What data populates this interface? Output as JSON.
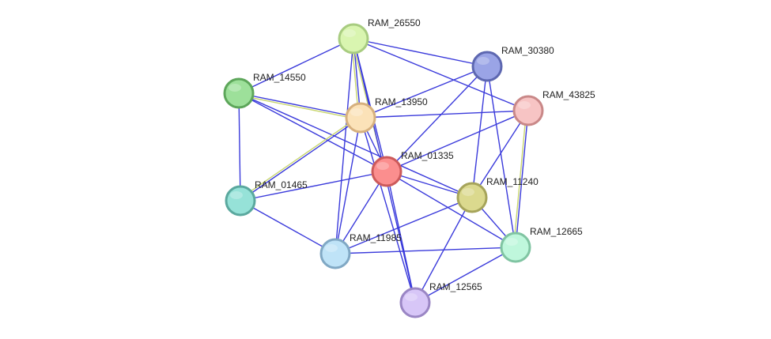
{
  "colors": {
    "edge_primary": "#3a3adb",
    "edge_secondary": "#c8d66e"
  },
  "nodes": [
    {
      "id": "RAM_26550",
      "label": "RAM_26550",
      "fill": "#d9f5b0",
      "stroke": "#a8cc80"
    },
    {
      "id": "RAM_30380",
      "label": "RAM_30380",
      "fill": "#9aa4e6",
      "stroke": "#5d67b0"
    },
    {
      "id": "RAM_14550",
      "label": "RAM_14550",
      "fill": "#9de09a",
      "stroke": "#5da65a"
    },
    {
      "id": "RAM_13950",
      "label": "RAM_13950",
      "fill": "#fbe2b8",
      "stroke": "#d6b07e"
    },
    {
      "id": "RAM_43825",
      "label": "RAM_43825",
      "fill": "#f7c4c4",
      "stroke": "#c98888"
    },
    {
      "id": "RAM_01335",
      "label": "RAM_01335",
      "fill": "#fb8e8e",
      "stroke": "#cc5a5a"
    },
    {
      "id": "RAM_01465",
      "label": "RAM_01465",
      "fill": "#96e2d8",
      "stroke": "#5aa89e"
    },
    {
      "id": "RAM_11240",
      "label": "RAM_11240",
      "fill": "#dbd98e",
      "stroke": "#a6a45a"
    },
    {
      "id": "RAM_12665",
      "label": "RAM_12665",
      "fill": "#bff7dc",
      "stroke": "#80c4a2"
    },
    {
      "id": "RAM_11985",
      "label": "RAM_11985",
      "fill": "#bfe3f7",
      "stroke": "#80a8c4"
    },
    {
      "id": "RAM_12565",
      "label": "RAM_12565",
      "fill": "#d7c6f7",
      "stroke": "#9a86c4"
    }
  ],
  "edges": [
    {
      "source": "RAM_26550",
      "target": "RAM_14550",
      "type": "primary"
    },
    {
      "source": "RAM_26550",
      "target": "RAM_30380",
      "type": "primary"
    },
    {
      "source": "RAM_26550",
      "target": "RAM_43825",
      "type": "primary"
    },
    {
      "source": "RAM_26550",
      "target": "RAM_13950",
      "type": "primary"
    },
    {
      "source": "RAM_26550",
      "target": "RAM_13950",
      "type": "secondary"
    },
    {
      "source": "RAM_26550",
      "target": "RAM_01335",
      "type": "primary"
    },
    {
      "source": "RAM_26550",
      "target": "RAM_01335",
      "type": "secondary"
    },
    {
      "source": "RAM_26550",
      "target": "RAM_11985",
      "type": "primary"
    },
    {
      "source": "RAM_26550",
      "target": "RAM_12565",
      "type": "primary"
    },
    {
      "source": "RAM_14550",
      "target": "RAM_13950",
      "type": "primary"
    },
    {
      "source": "RAM_14550",
      "target": "RAM_13950",
      "type": "secondary"
    },
    {
      "source": "RAM_14550",
      "target": "RAM_01335",
      "type": "primary"
    },
    {
      "source": "RAM_14550",
      "target": "RAM_01465",
      "type": "primary"
    },
    {
      "source": "RAM_14550",
      "target": "RAM_11240",
      "type": "primary"
    },
    {
      "source": "RAM_13950",
      "target": "RAM_30380",
      "type": "primary"
    },
    {
      "source": "RAM_13950",
      "target": "RAM_43825",
      "type": "primary"
    },
    {
      "source": "RAM_13950",
      "target": "RAM_01335",
      "type": "primary"
    },
    {
      "source": "RAM_13950",
      "target": "RAM_01465",
      "type": "primary"
    },
    {
      "source": "RAM_13950",
      "target": "RAM_01465",
      "type": "secondary"
    },
    {
      "source": "RAM_13950",
      "target": "RAM_11985",
      "type": "primary"
    },
    {
      "source": "RAM_13950",
      "target": "RAM_12565",
      "type": "primary"
    },
    {
      "source": "RAM_30380",
      "target": "RAM_01335",
      "type": "primary"
    },
    {
      "source": "RAM_30380",
      "target": "RAM_11240",
      "type": "primary"
    },
    {
      "source": "RAM_30380",
      "target": "RAM_12665",
      "type": "primary"
    },
    {
      "source": "RAM_43825",
      "target": "RAM_01335",
      "type": "primary"
    },
    {
      "source": "RAM_43825",
      "target": "RAM_11240",
      "type": "primary"
    },
    {
      "source": "RAM_43825",
      "target": "RAM_12665",
      "type": "primary"
    },
    {
      "source": "RAM_43825",
      "target": "RAM_12665",
      "type": "secondary"
    },
    {
      "source": "RAM_01335",
      "target": "RAM_01465",
      "type": "primary"
    },
    {
      "source": "RAM_01335",
      "target": "RAM_11240",
      "type": "primary"
    },
    {
      "source": "RAM_01335",
      "target": "RAM_12665",
      "type": "primary"
    },
    {
      "source": "RAM_01335",
      "target": "RAM_11985",
      "type": "primary"
    },
    {
      "source": "RAM_01335",
      "target": "RAM_12565",
      "type": "primary"
    },
    {
      "source": "RAM_01465",
      "target": "RAM_11985",
      "type": "primary"
    },
    {
      "source": "RAM_11240",
      "target": "RAM_11985",
      "type": "primary"
    },
    {
      "source": "RAM_11240",
      "target": "RAM_12565",
      "type": "primary"
    },
    {
      "source": "RAM_11240",
      "target": "RAM_12665",
      "type": "primary"
    },
    {
      "source": "RAM_11985",
      "target": "RAM_12665",
      "type": "primary"
    },
    {
      "source": "RAM_12665",
      "target": "RAM_12565",
      "type": "primary"
    }
  ]
}
